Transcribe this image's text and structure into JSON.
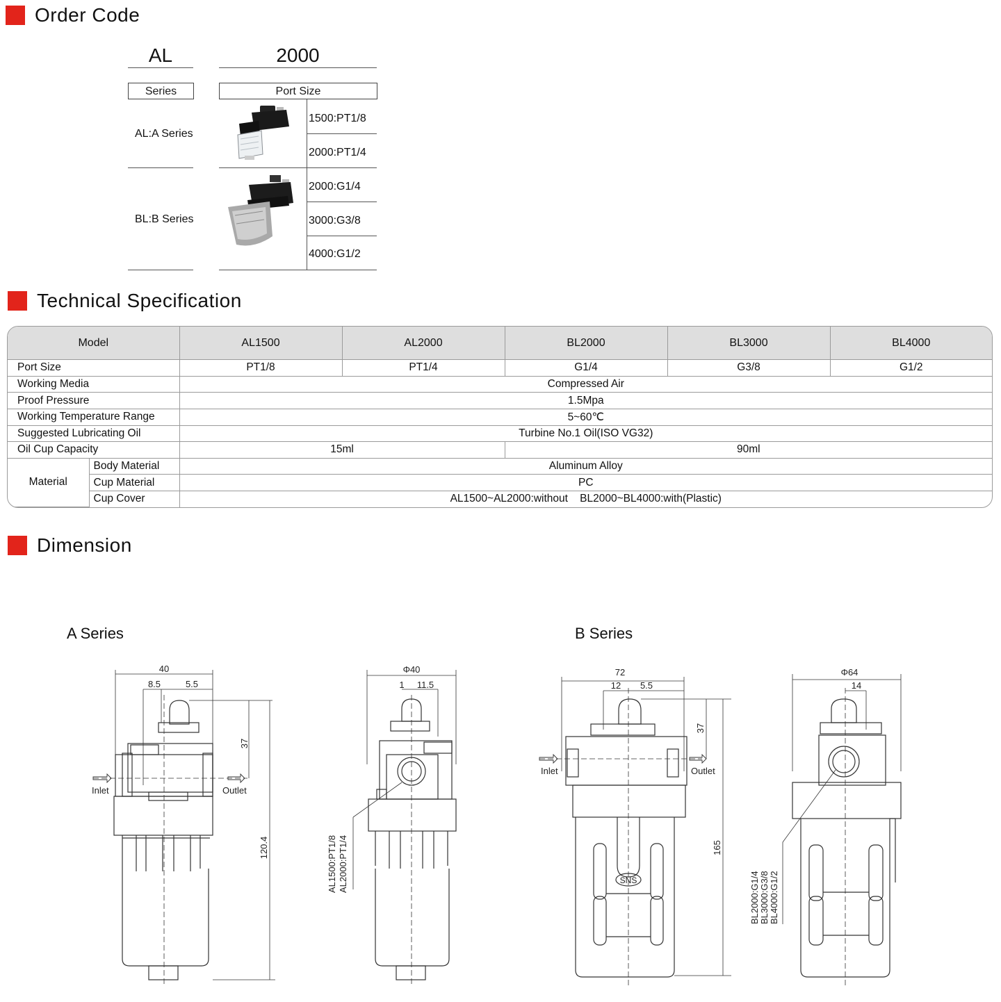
{
  "sections": {
    "order_code": "Order Code",
    "tech_spec": "Technical Specification",
    "dimension": "Dimension"
  },
  "order_code": {
    "series_code": "AL",
    "size_code": "2000",
    "series_header": "Series",
    "port_header": "Port Size",
    "groups": [
      {
        "series": "AL:A Series",
        "ports": [
          "1500:PT1/8",
          "2000:PT1/4"
        ]
      },
      {
        "series": "BL:B Series",
        "ports": [
          "2000:G1/4",
          "3000:G3/8",
          "4000:G1/2"
        ]
      }
    ]
  },
  "spec": {
    "model_label": "Model",
    "models": [
      "AL1500",
      "AL2000",
      "BL2000",
      "BL3000",
      "BL4000"
    ],
    "port_size_label": "Port Size",
    "port_sizes": [
      "PT1/8",
      "PT1/4",
      "G1/4",
      "G3/8",
      "G1/2"
    ],
    "working_media_label": "Working Media",
    "working_media": "Compressed Air",
    "proof_pressure_label": "Proof Pressure",
    "proof_pressure": "1.5Mpa",
    "temp_label": "Working Temperature Range",
    "temp": "5~60℃",
    "oil_label": "Suggested Lubricating Oil",
    "oil": "Turbine No.1 Oil(ISO VG32)",
    "cup_capacity_label": "Oil Cup Capacity",
    "cup_capacity_a": "15ml",
    "cup_capacity_b": "90ml",
    "material_label": "Material",
    "body_material_label": "Body Material",
    "body_material": "Aluminum Alloy",
    "cup_material_label": "Cup Material",
    "cup_material": "PC",
    "cup_cover_label": "Cup Cover",
    "cup_cover": "AL1500~AL2000:without    BL2000~BL4000:with(Plastic)"
  },
  "dimension": {
    "a_series": "A Series",
    "b_series": "B Series",
    "inlet": "Inlet",
    "outlet": "Outlet",
    "a_front": {
      "width": "40",
      "d1": "8.5",
      "d2": "5.5",
      "h1": "37",
      "h2": "120.4"
    },
    "a_side": {
      "dia": "Φ40",
      "d1": "1",
      "d2": "11.5",
      "port1": "AL1500:PT1/8",
      "port2": "AL2000:PT1/4"
    },
    "b_front": {
      "width": "72",
      "d1": "12",
      "d2": "5.5",
      "h1": "37",
      "h2": "165",
      "logo": "SNS"
    },
    "b_side": {
      "dia": "Φ64",
      "d1": "14",
      "port1": "BL2000:G1/4",
      "port2": "BL3000:G3/8",
      "port3": "BL4000:G1/2"
    }
  }
}
